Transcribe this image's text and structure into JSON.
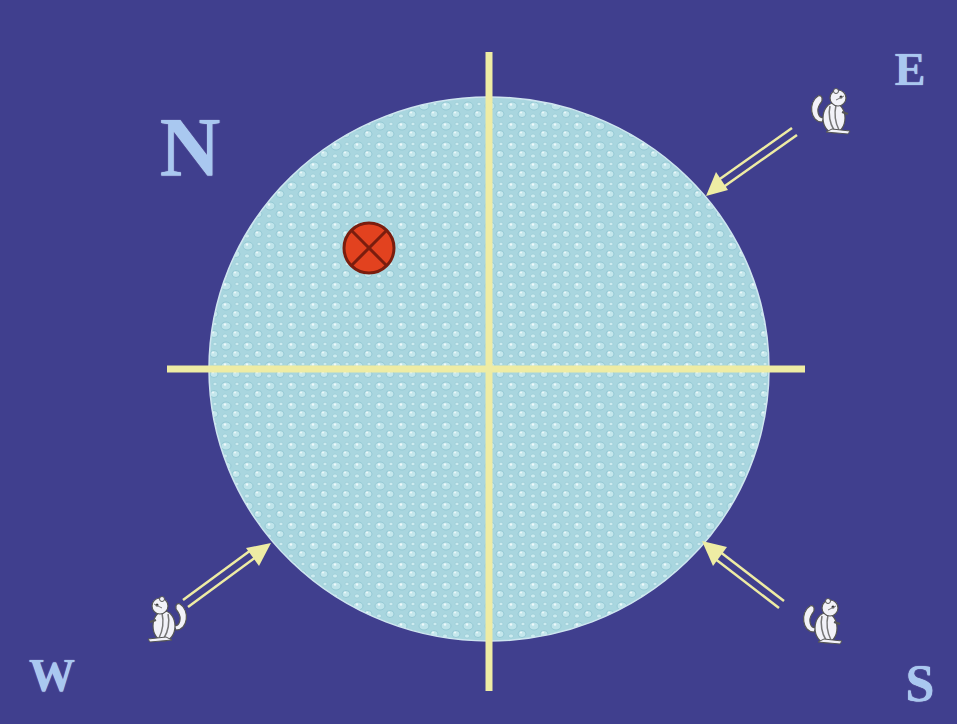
{
  "diagram": {
    "labels": [
      "N",
      "E",
      "W",
      "S"
    ]
  }
}
